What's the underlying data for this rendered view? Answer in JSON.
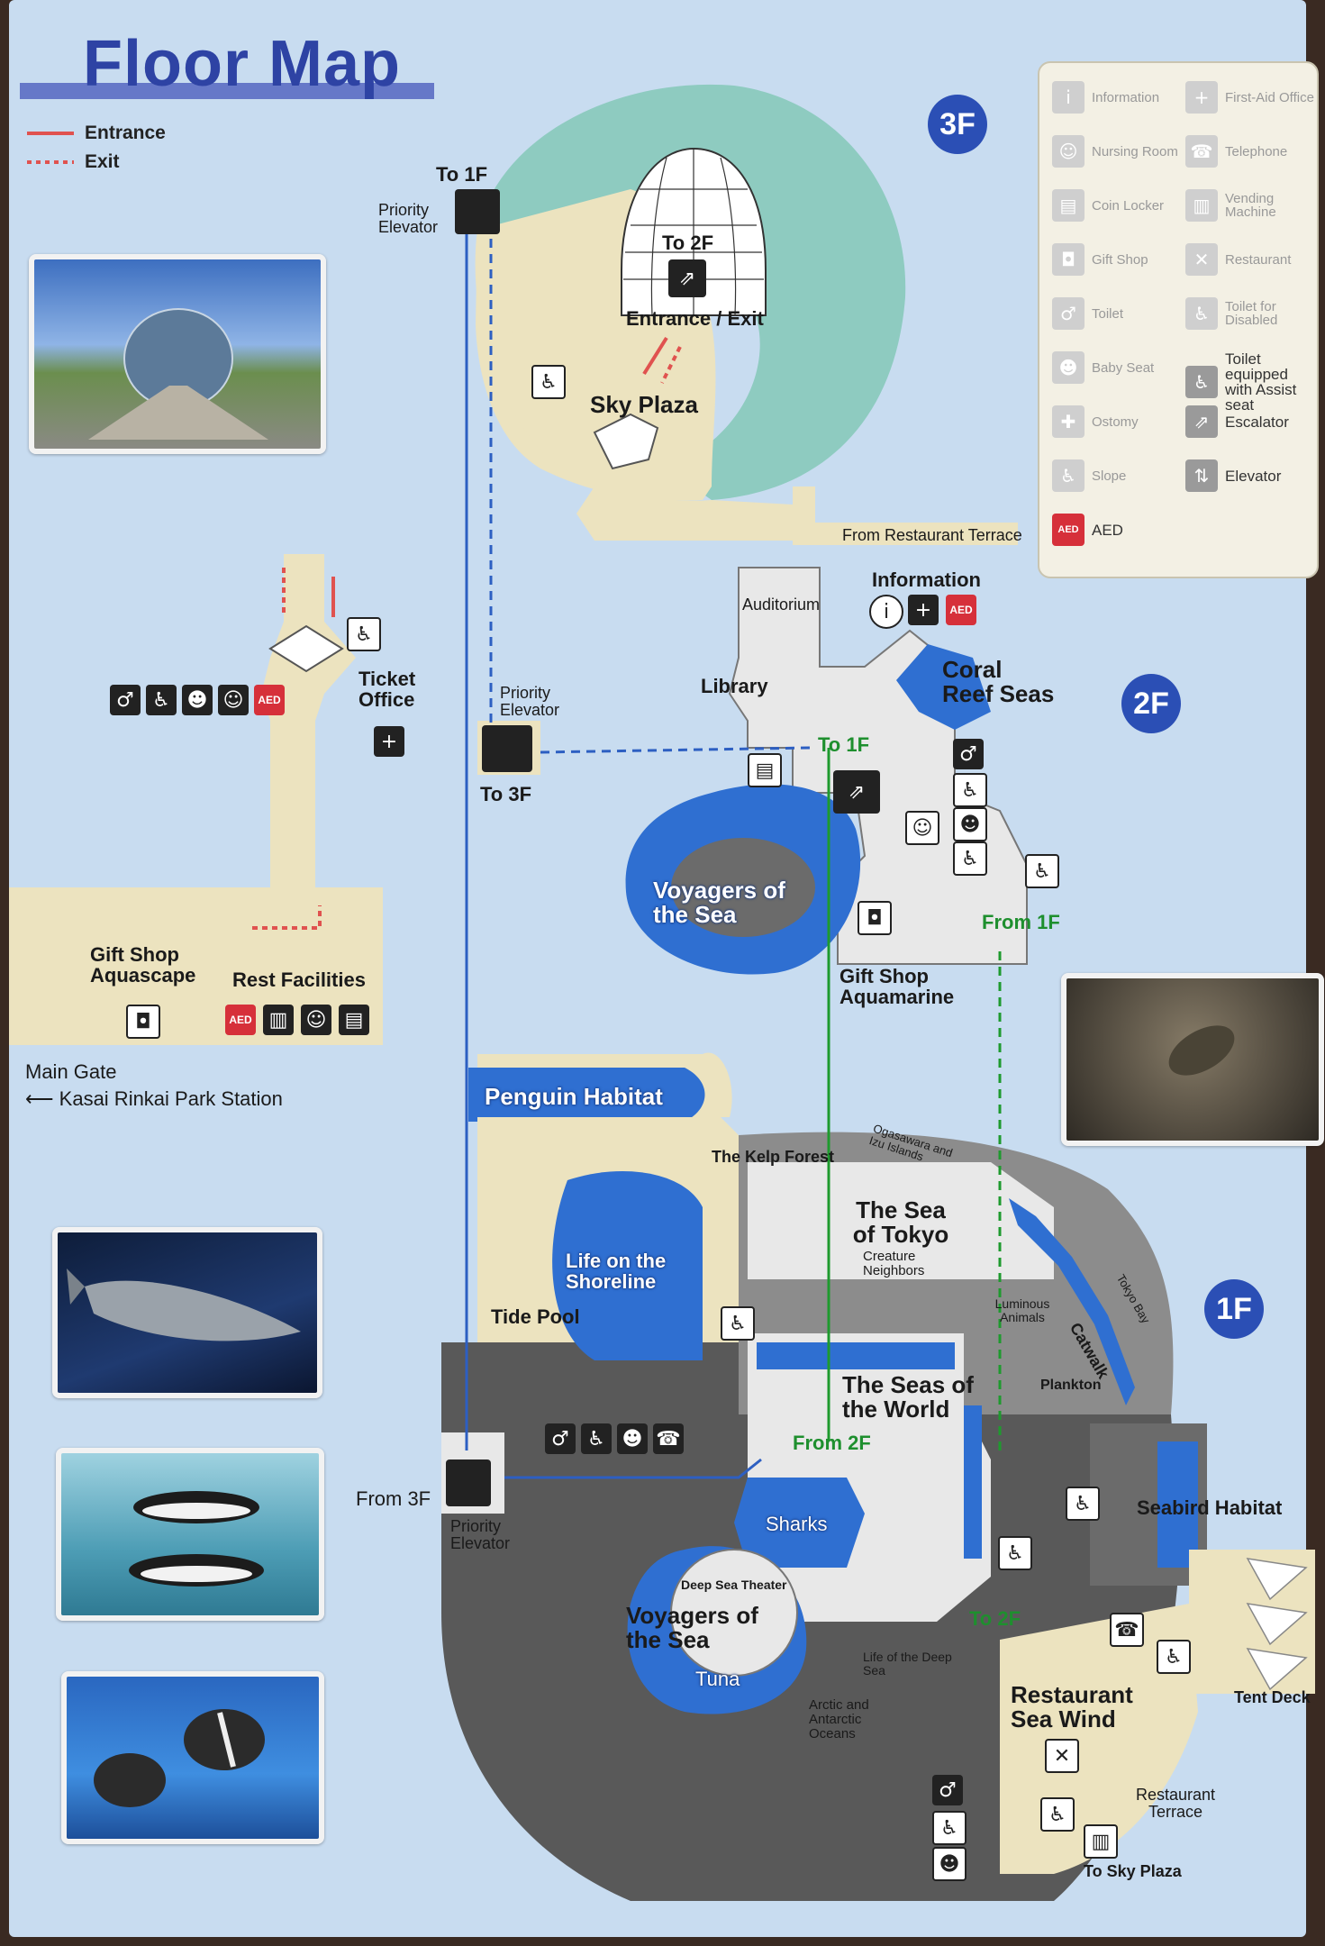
{
  "title": "Floor Map",
  "key": {
    "entrance": "Entrance",
    "exit": "Exit"
  },
  "floors": {
    "f3": "3F",
    "f2": "2F",
    "f1": "1F"
  },
  "legend": [
    {
      "icon": "information-icon",
      "glyph": "i",
      "label": "Information"
    },
    {
      "icon": "first-aid-icon",
      "glyph": "+",
      "label": "First-Aid Office"
    },
    {
      "icon": "nursing-room-icon",
      "glyph": "☺",
      "label": "Nursing Room"
    },
    {
      "icon": "telephone-icon",
      "glyph": "☎",
      "label": "Telephone"
    },
    {
      "icon": "coin-locker-icon",
      "glyph": "▤",
      "label": "Coin Locker"
    },
    {
      "icon": "vending-machine-icon",
      "glyph": "▥",
      "label": "Vending Machine"
    },
    {
      "icon": "gift-shop-icon",
      "glyph": "◘",
      "label": "Gift Shop"
    },
    {
      "icon": "restaurant-icon",
      "glyph": "✕",
      "label": "Restaurant"
    },
    {
      "icon": "toilet-icon",
      "glyph": "♂",
      "label": "Toilet"
    },
    {
      "icon": "disabled-toilet-icon",
      "glyph": "♿",
      "label": "Toilet for Disabled"
    },
    {
      "icon": "baby-seat-icon",
      "glyph": "☻",
      "label": "Baby Seat"
    },
    {
      "icon": "assist-seat-toilet-icon",
      "glyph": "♿",
      "label": "Toilet equipped with Assist seat"
    },
    {
      "icon": "ostomy-icon",
      "glyph": "✚",
      "label": "Ostomy"
    },
    {
      "icon": "escalator-icon",
      "glyph": "⇗",
      "label": "Escalator"
    },
    {
      "icon": "slope-icon",
      "glyph": "♿",
      "label": "Slope"
    },
    {
      "icon": "elevator-icon",
      "glyph": "⇅",
      "label": "Elevator"
    },
    {
      "icon": "aed-icon",
      "glyph": "AED",
      "label": "AED"
    }
  ],
  "f3": {
    "to_1f": "To 1F",
    "priority_elevator": "Priority Elevator",
    "to_2f": "To 2F",
    "entrance_exit": "Entrance / Exit",
    "sky_plaza": "Sky Plaza",
    "from_restaurant_terrace": "From Restaurant Terrace"
  },
  "f2": {
    "information": "Information",
    "auditorium": "Auditorium",
    "library": "Library",
    "coral_reef_seas": "Coral Reef Seas",
    "priority_elevator": "Priority Elevator",
    "to_3f": "To 3F",
    "to_1f": "To 1F",
    "from_1f": "From 1F",
    "ticket_office": "Ticket Office",
    "voyagers": "Voyagers of the Sea",
    "gift_shop_aquamarine": "Gift Shop Aquamarine"
  },
  "entrance_area": {
    "gift_shop_aquascape": "Gift Shop Aquascape",
    "rest_facilities": "Rest Facilities",
    "main_gate": "Main Gate",
    "station": "Kasai Rinkai Park Station"
  },
  "f1": {
    "penguin_habitat": "Penguin Habitat",
    "kelp_forest": "The Kelp Forest",
    "ogasawara": "Ogasawara and Izu Islands",
    "sea_of_tokyo": "The Sea of Tokyo",
    "creature_neighbors": "Creature Neighbors",
    "life_shoreline": "Life on the Shoreline",
    "tide_pool": "Tide Pool",
    "luminous_animals": "Luminous Animals",
    "tokyo_bay": "Tokyo Bay",
    "catwalk": "Catwalk",
    "plankton": "Plankton",
    "seas_of_world": "The Seas of the World",
    "from_2f": "From 2F",
    "from_3f": "From 3F",
    "priority_elevator": "Priority Elevator",
    "sharks": "Sharks",
    "seabird_habitat": "Seabird Habitat",
    "deep_sea_theater": "Deep Sea Theater",
    "voyagers": "Voyagers of the Sea",
    "tuna": "Tuna",
    "life_deep_sea": "Life of the Deep Sea",
    "arctic": "Arctic and Antarctic Oceans",
    "to_2f": "To 2F",
    "tent_deck": "Tent Deck",
    "restaurant_sea_wind": "Restaurant Sea Wind",
    "restaurant_terrace": "Restaurant Terrace",
    "to_sky_plaza": "To Sky Plaza"
  },
  "colors": {
    "background": "#c8dcf0",
    "floor": "#ece3bf",
    "teal_water": "#8ecbc0",
    "blue_water": "#2f6fd1",
    "dark_gray": "#595959",
    "mid_gray": "#8c8c8c",
    "entrance_red": "#e0524f",
    "elevator_blue": "#2d5fc2",
    "route_green": "#1e9a2e"
  }
}
